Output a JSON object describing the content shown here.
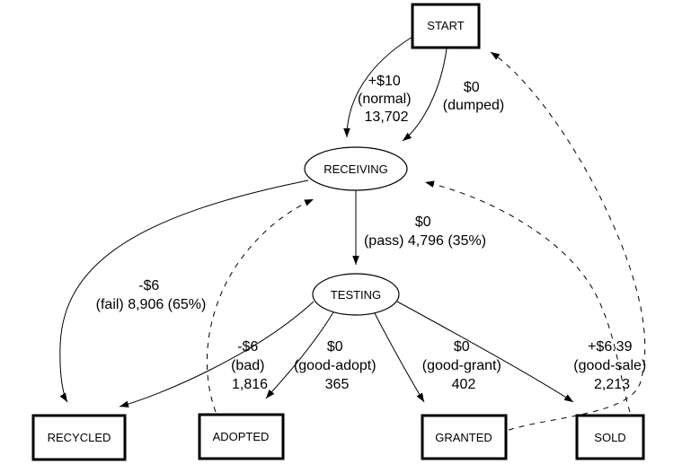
{
  "diagram": {
    "type": "directed-state-flow-graph",
    "background": "#ffffff",
    "line_color": "#000000",
    "text_color": "#000000",
    "nodes": [
      {
        "id": "start",
        "label": "START",
        "shape": "box"
      },
      {
        "id": "receiving",
        "label": "RECEIVING",
        "shape": "ellipse"
      },
      {
        "id": "testing",
        "label": "TESTING",
        "shape": "ellipse"
      },
      {
        "id": "recycled",
        "label": "RECYCLED",
        "shape": "box"
      },
      {
        "id": "adopted",
        "label": "ADOPTED",
        "shape": "box"
      },
      {
        "id": "granted",
        "label": "GRANTED",
        "shape": "box"
      },
      {
        "id": "sold",
        "label": "SOLD",
        "shape": "box"
      }
    ],
    "edges": [
      {
        "from": "START",
        "to": "RECEIVING",
        "style": "solid",
        "label_lines": [
          "+$10",
          "(normal)",
          "13,702"
        ]
      },
      {
        "from": "START",
        "to": "RECEIVING",
        "style": "solid",
        "label_lines": [
          "$0",
          "(dumped)"
        ]
      },
      {
        "from": "RECEIVING",
        "to": "TESTING",
        "style": "solid",
        "label_lines": [
          "$0",
          "(pass) 4,796 (35%)"
        ]
      },
      {
        "from": "RECEIVING",
        "to": "RECYCLED",
        "style": "solid",
        "label_lines": [
          "-$6",
          "(fail) 8,906 (65%)"
        ]
      },
      {
        "from": "TESTING",
        "to": "RECYCLED",
        "style": "solid",
        "label_lines": [
          "-$6",
          "(bad)",
          "1,816"
        ]
      },
      {
        "from": "TESTING",
        "to": "ADOPTED",
        "style": "solid",
        "label_lines": [
          "$0",
          "(good-adopt)",
          "365"
        ]
      },
      {
        "from": "TESTING",
        "to": "GRANTED",
        "style": "solid",
        "label_lines": [
          "$0",
          "(good-grant)",
          "402"
        ]
      },
      {
        "from": "TESTING",
        "to": "SOLD",
        "style": "solid",
        "label_lines": [
          "+$6.39",
          "(good-sale)",
          "2,213"
        ]
      },
      {
        "from": "ADOPTED",
        "to": "RECEIVING",
        "style": "dashed",
        "label_lines": []
      },
      {
        "from": "SOLD",
        "to": "RECEIVING",
        "style": "dashed",
        "label_lines": []
      },
      {
        "from": "GRANTED",
        "to": "START",
        "style": "dashed",
        "label_lines": []
      }
    ]
  }
}
